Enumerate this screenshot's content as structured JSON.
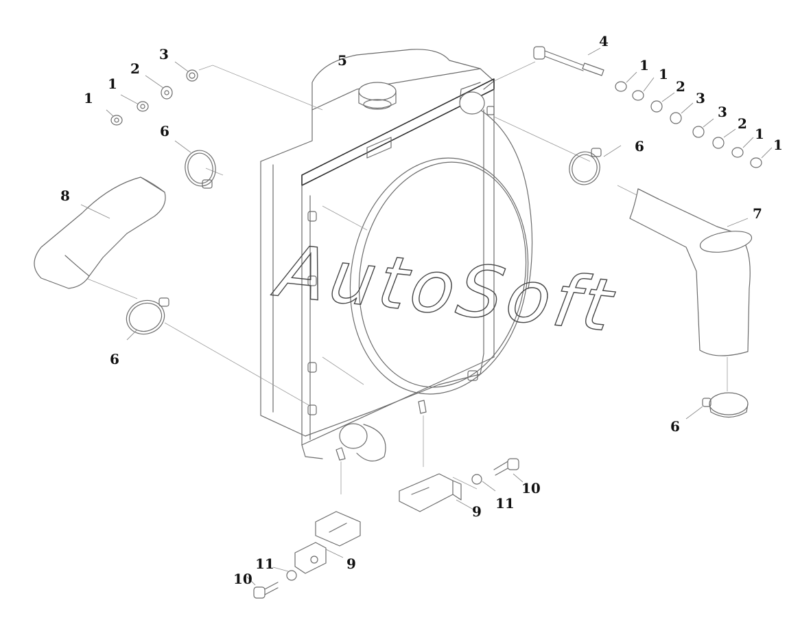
{
  "watermark": "AutoSoft",
  "colors": {
    "line": "#6a6a6a",
    "dark": "#2b2b2b",
    "text": "#111111",
    "background": "#ffffff"
  },
  "callouts": [
    {
      "id": "c1a",
      "label": "1"
    },
    {
      "id": "c1b",
      "label": "1"
    },
    {
      "id": "c2a",
      "label": "2"
    },
    {
      "id": "c3a",
      "label": "3"
    },
    {
      "id": "c5",
      "label": "5"
    },
    {
      "id": "c4",
      "label": "4"
    },
    {
      "id": "c1c",
      "label": "1"
    },
    {
      "id": "c1d",
      "label": "1"
    },
    {
      "id": "c2b",
      "label": "2"
    },
    {
      "id": "c3b",
      "label": "3"
    },
    {
      "id": "c3c",
      "label": "3"
    },
    {
      "id": "c2c",
      "label": "2"
    },
    {
      "id": "c1e",
      "label": "1"
    },
    {
      "id": "c1f",
      "label": "1"
    },
    {
      "id": "c6a",
      "label": "6"
    },
    {
      "id": "c6b",
      "label": "6"
    },
    {
      "id": "c8",
      "label": "8"
    },
    {
      "id": "c7",
      "label": "7"
    },
    {
      "id": "c6c",
      "label": "6"
    },
    {
      "id": "c6d",
      "label": "6"
    },
    {
      "id": "c10a",
      "label": "10"
    },
    {
      "id": "c11a",
      "label": "11"
    },
    {
      "id": "c9a",
      "label": "9"
    },
    {
      "id": "c11b",
      "label": "11"
    },
    {
      "id": "c10b",
      "label": "10"
    },
    {
      "id": "c9b",
      "label": "9"
    }
  ]
}
